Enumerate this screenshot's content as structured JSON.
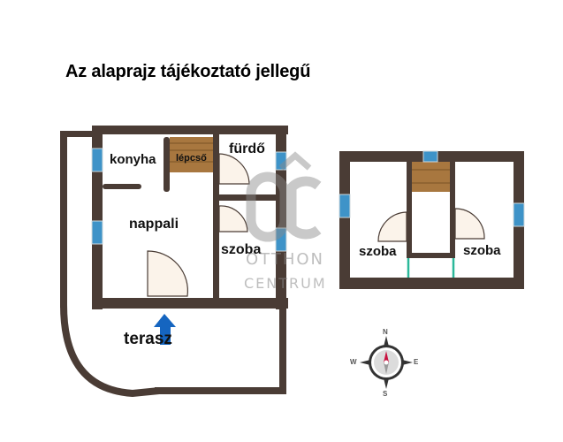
{
  "header": {
    "title": "Az alaprajz tájékoztató jellegű"
  },
  "ground_floor": {
    "rooms": {
      "konyha": "konyha",
      "lepcso": "lépcső",
      "furdo": "fürdő",
      "nappali": "nappali",
      "szoba": "szoba",
      "terasz": "terasz"
    }
  },
  "upper_floor": {
    "rooms": {
      "szoba_left": "szoba",
      "szoba_right": "szoba"
    }
  },
  "watermark": {
    "monogram": "OC",
    "line1": "OTTHON",
    "line2": "CENTRUM"
  },
  "compass": {
    "n": "N",
    "e": "E",
    "s": "S",
    "w": "W"
  },
  "colors": {
    "wall": "#4a3c35",
    "window": "#3e93c8",
    "stairs": "#a8773f",
    "door_fill": "#fbf3ea",
    "railing": "#2bb89a",
    "arrow": "#1565c0",
    "compass_needle": "#c8103e"
  }
}
